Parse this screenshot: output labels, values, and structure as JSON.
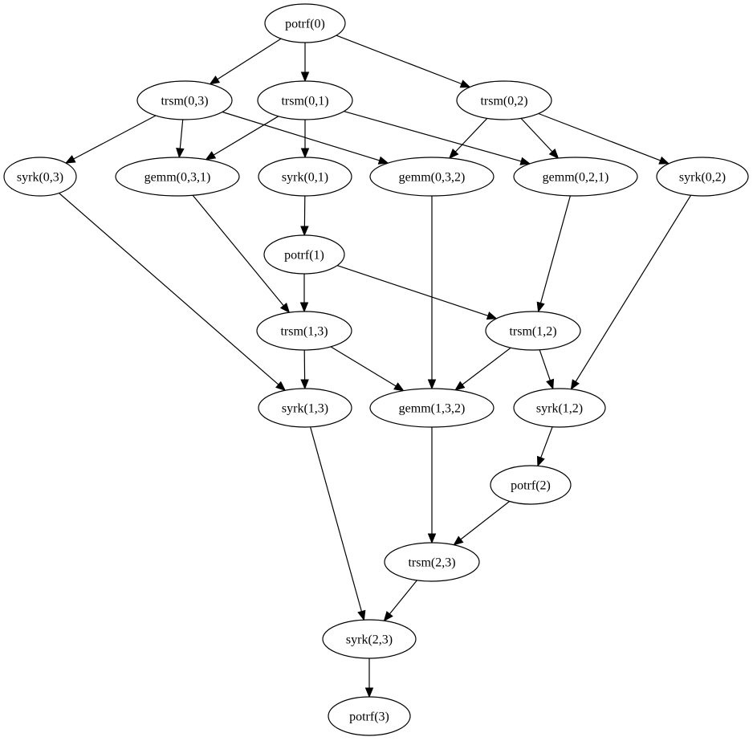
{
  "graph": {
    "nodes": [
      {
        "id": "potrf0",
        "label": "potrf(0)"
      },
      {
        "id": "trsm03",
        "label": "trsm(0,3)"
      },
      {
        "id": "trsm01",
        "label": "trsm(0,1)"
      },
      {
        "id": "trsm02",
        "label": "trsm(0,2)"
      },
      {
        "id": "syrk03",
        "label": "syrk(0,3)"
      },
      {
        "id": "gemm031",
        "label": "gemm(0,3,1)"
      },
      {
        "id": "syrk01",
        "label": "syrk(0,1)"
      },
      {
        "id": "gemm032",
        "label": "gemm(0,3,2)"
      },
      {
        "id": "gemm021",
        "label": "gemm(0,2,1)"
      },
      {
        "id": "syrk02",
        "label": "syrk(0,2)"
      },
      {
        "id": "potrf1",
        "label": "potrf(1)"
      },
      {
        "id": "trsm13",
        "label": "trsm(1,3)"
      },
      {
        "id": "trsm12",
        "label": "trsm(1,2)"
      },
      {
        "id": "syrk13",
        "label": "syrk(1,3)"
      },
      {
        "id": "gemm132",
        "label": "gemm(1,3,2)"
      },
      {
        "id": "syrk12",
        "label": "syrk(1,2)"
      },
      {
        "id": "potrf2",
        "label": "potrf(2)"
      },
      {
        "id": "trsm23",
        "label": "trsm(2,3)"
      },
      {
        "id": "syrk23",
        "label": "syrk(2,3)"
      },
      {
        "id": "potrf3",
        "label": "potrf(3)"
      }
    ],
    "edges": [
      {
        "from": "potrf0",
        "to": "trsm03"
      },
      {
        "from": "potrf0",
        "to": "trsm01"
      },
      {
        "from": "potrf0",
        "to": "trsm02"
      },
      {
        "from": "trsm03",
        "to": "syrk03"
      },
      {
        "from": "trsm03",
        "to": "gemm031"
      },
      {
        "from": "trsm03",
        "to": "gemm032"
      },
      {
        "from": "trsm01",
        "to": "gemm031"
      },
      {
        "from": "trsm01",
        "to": "syrk01"
      },
      {
        "from": "trsm01",
        "to": "gemm021"
      },
      {
        "from": "trsm02",
        "to": "gemm032"
      },
      {
        "from": "trsm02",
        "to": "gemm021"
      },
      {
        "from": "trsm02",
        "to": "syrk02"
      },
      {
        "from": "syrk01",
        "to": "potrf1"
      },
      {
        "from": "syrk03",
        "to": "syrk13"
      },
      {
        "from": "gemm031",
        "to": "trsm13"
      },
      {
        "from": "potrf1",
        "to": "trsm13"
      },
      {
        "from": "potrf1",
        "to": "trsm12"
      },
      {
        "from": "gemm021",
        "to": "trsm12"
      },
      {
        "from": "gemm032",
        "to": "gemm132"
      },
      {
        "from": "syrk02",
        "to": "syrk12"
      },
      {
        "from": "trsm13",
        "to": "syrk13"
      },
      {
        "from": "trsm13",
        "to": "gemm132"
      },
      {
        "from": "trsm12",
        "to": "gemm132"
      },
      {
        "from": "trsm12",
        "to": "syrk12"
      },
      {
        "from": "syrk12",
        "to": "potrf2"
      },
      {
        "from": "gemm132",
        "to": "trsm23"
      },
      {
        "from": "potrf2",
        "to": "trsm23"
      },
      {
        "from": "syrk13",
        "to": "syrk23"
      },
      {
        "from": "trsm23",
        "to": "syrk23"
      },
      {
        "from": "syrk23",
        "to": "potrf3"
      }
    ]
  }
}
